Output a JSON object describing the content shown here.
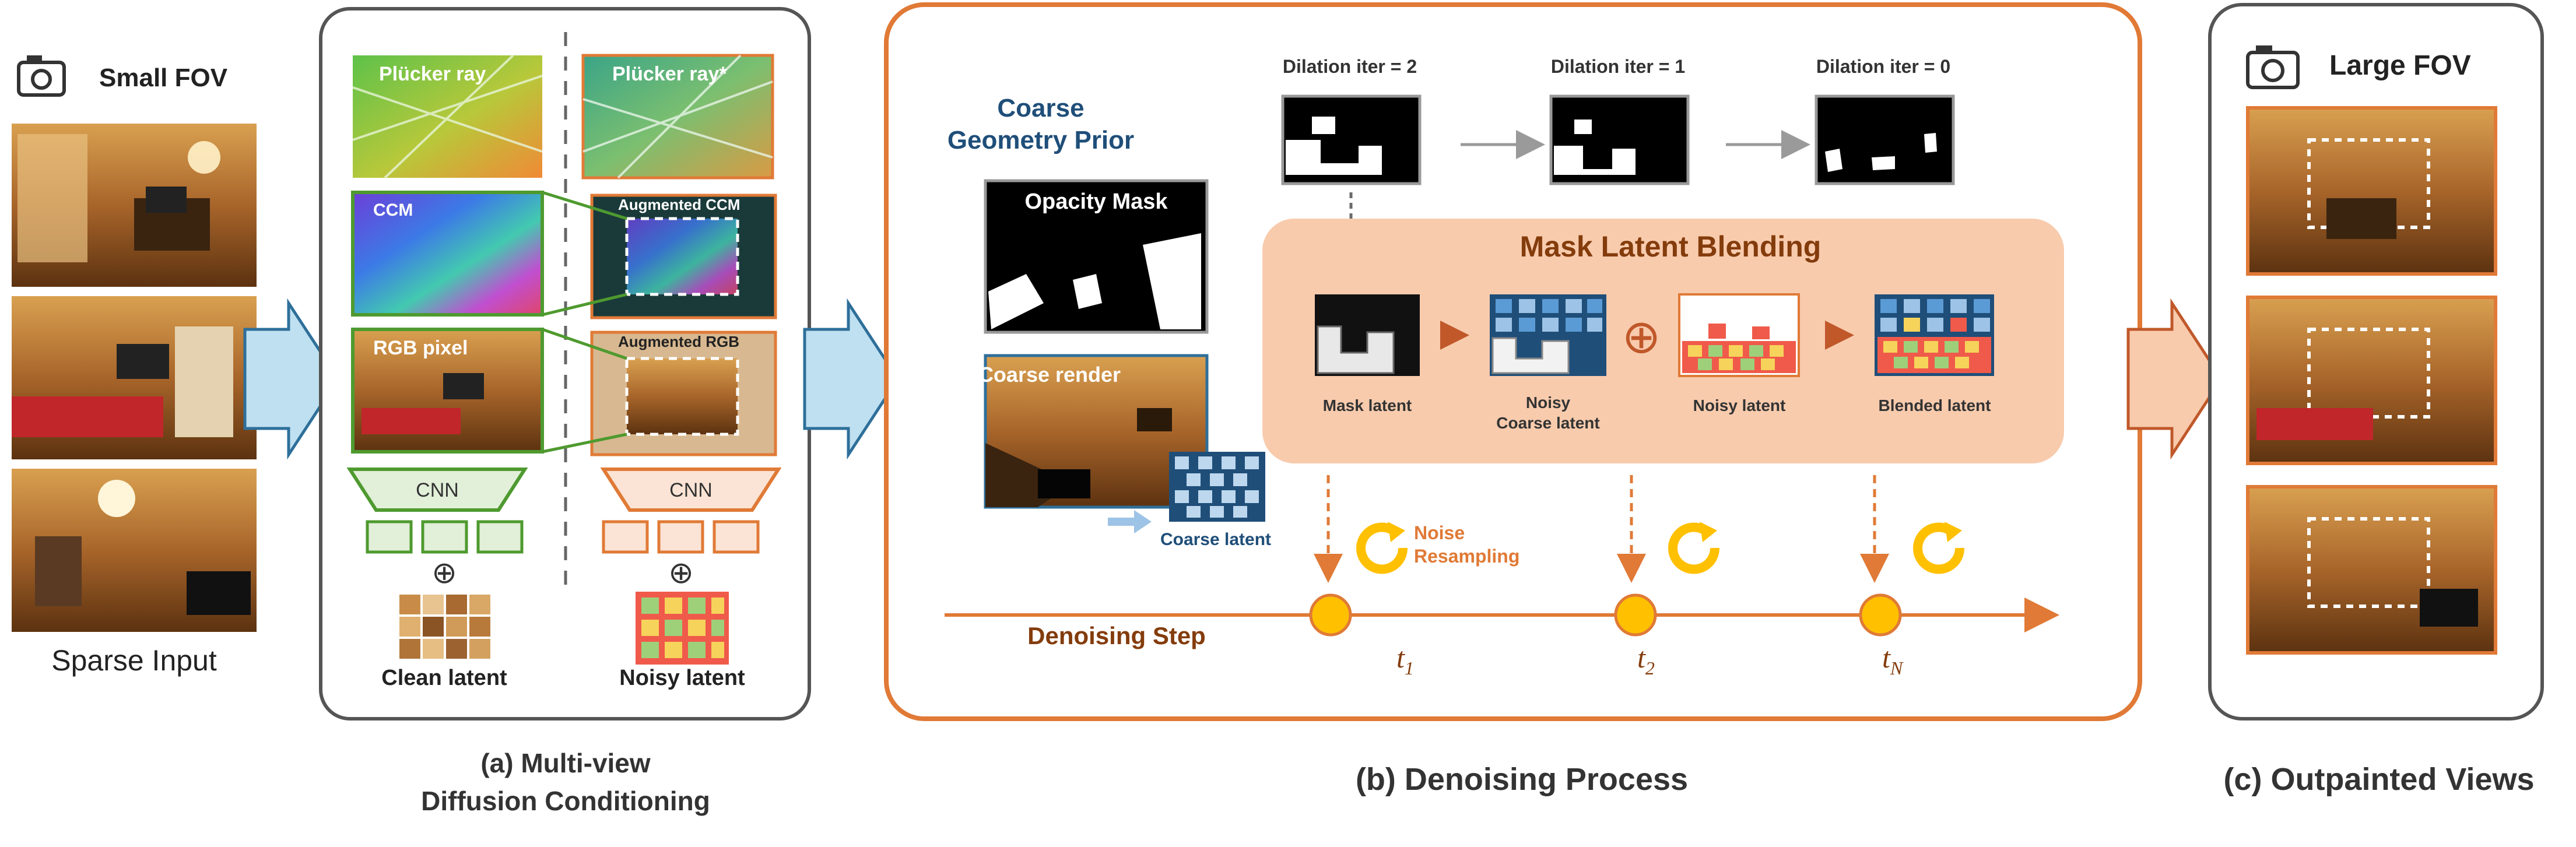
{
  "input": {
    "title": "Small FOV",
    "caption": "Sparse Input",
    "icon": "camera-icon"
  },
  "panel_a": {
    "pl_ray": "Plücker ray",
    "pl_ray_aug": "Plücker ray*",
    "ccm": "CCM",
    "ccm_aug": "Augmented CCM",
    "rgb": "RGB pixel",
    "rgb_aug": "Augmented RGB",
    "cnn_left": "CNN",
    "cnn_right": "CNN",
    "clean_latent": "Clean latent",
    "noisy_latent": "Noisy latent",
    "plus_symbol": "⊕",
    "caption_line1": "(a)  Multi-view",
    "caption_line2": "Diffusion Conditioning"
  },
  "panel_b": {
    "prior_title_line1": "Coarse",
    "prior_title_line2": "Geometry  Prior",
    "opacity_mask": "Opacity Mask",
    "coarse_render": "Coarse render",
    "coarse_latent": "Coarse latent",
    "dilation": [
      "Dilation iter = 2",
      "Dilation iter = 1",
      "Dilation iter = 0"
    ],
    "blend_title": "Mask Latent Blending",
    "mask_latent": "Mask latent",
    "noisy_coarse_line1": "Noisy",
    "noisy_coarse_line2": "Coarse latent",
    "noisy_latent": "Noisy latent",
    "blended_latent": "Blended latent",
    "oplus": "⊕",
    "noise_resampling_line1": "Noise",
    "noise_resampling_line2": "Resampling",
    "denoising_step": "Denoising Step",
    "steps": [
      {
        "base": "t",
        "sub": "1"
      },
      {
        "base": "t",
        "sub": "2"
      },
      {
        "base": "t",
        "sub": "N"
      }
    ],
    "caption": "(b) Denoising Process"
  },
  "panel_c": {
    "title": "Large FOV",
    "caption": "(c) Outpainted Views",
    "icon": "camera-icon"
  },
  "colors": {
    "orange": "#e07a36",
    "green": "#4e9a2f",
    "blue_arrow": "#bfe0f0",
    "blue_border": "#2e6f9a",
    "dark_text": "#1f4e79",
    "brown_text": "#843c0c",
    "blend_bg": "#f8cbad",
    "yellow": "#ffc000"
  }
}
